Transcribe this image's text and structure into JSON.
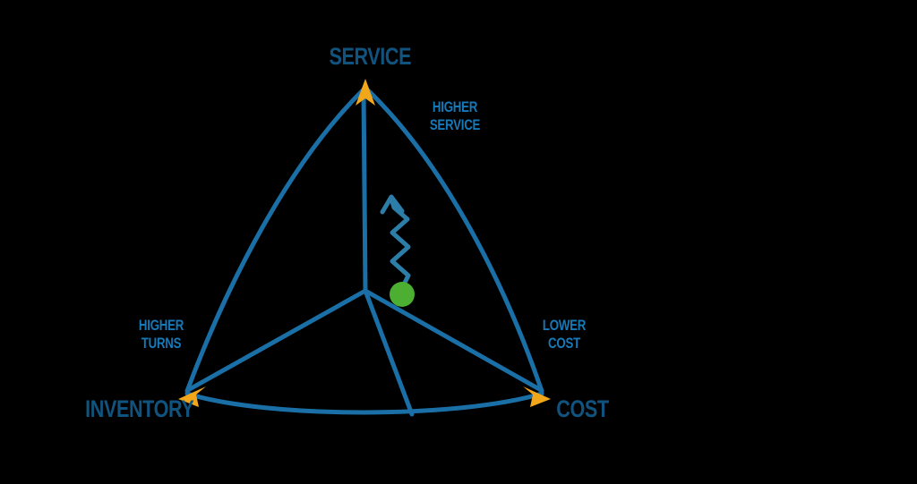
{
  "diagram": {
    "type": "trade-off-triangle",
    "background_color": "#000000",
    "line_color": "#1A6FA6",
    "vertex_marker_color": "#F2A71B",
    "label_color": "#11537F",
    "note_color": "#1679B8",
    "marker_dot_color": "#4CAF32",
    "arrow_color": "#2C7EA8",
    "vertices": [
      {
        "id": "service",
        "label": "SERVICE",
        "position": "top"
      },
      {
        "id": "inventory",
        "label": "INVENTORY",
        "position": "bottom-left"
      },
      {
        "id": "cost",
        "label": "COST",
        "position": "bottom-right"
      }
    ],
    "axis_notes": [
      {
        "id": "higher-service",
        "lines": [
          "HIGHER",
          "SERVICE"
        ],
        "near": "service"
      },
      {
        "id": "higher-turns",
        "lines": [
          "HIGHER",
          "TURNS"
        ],
        "near": "inventory"
      },
      {
        "id": "lower-cost",
        "lines": [
          "LOWER",
          "COST"
        ],
        "near": "cost"
      }
    ],
    "current_position_marker": {
      "id": "current-state-dot",
      "shape": "circle",
      "color": "#4CAF32"
    },
    "improvement_arrow": {
      "id": "improvement-arrow",
      "shape": "zigzag-arrow",
      "direction": "up",
      "points_toward": "service"
    }
  }
}
